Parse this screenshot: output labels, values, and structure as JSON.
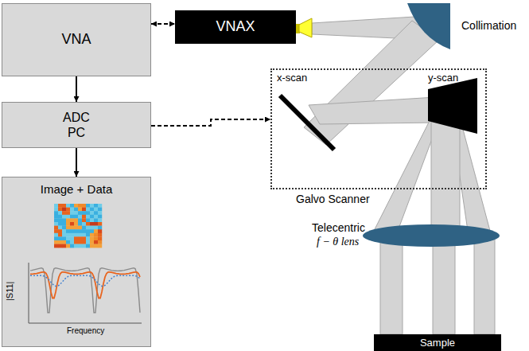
{
  "diagram": {
    "nodes": [
      {
        "text": [
          "VNA"
        ]
      },
      {
        "text": [
          "VNAX"
        ]
      },
      {
        "text": [
          "ADC PC"
        ]
      },
      {
        "text": [
          "Image + Data"
        ]
      },
      {
        "text": [
          "x-scan",
          "y-scan",
          "Galvo Scanner"
        ]
      },
      {
        "text": [
          "Sample"
        ]
      }
    ],
    "edges": [
      {
        "from": 0,
        "to": 1,
        "arrow": "both"
      },
      {
        "from": 0,
        "to": 2,
        "arrow": "to"
      },
      {
        "from": 2,
        "to": 3,
        "arrow": "to"
      },
      {
        "from": 2,
        "to": 4,
        "arrow": "to"
      }
    ],
    "labels": [
      "Collimation",
      "Telecentric",
      "f − θ lens",
      "|S11|",
      "Frequency"
    ]
  }
}
